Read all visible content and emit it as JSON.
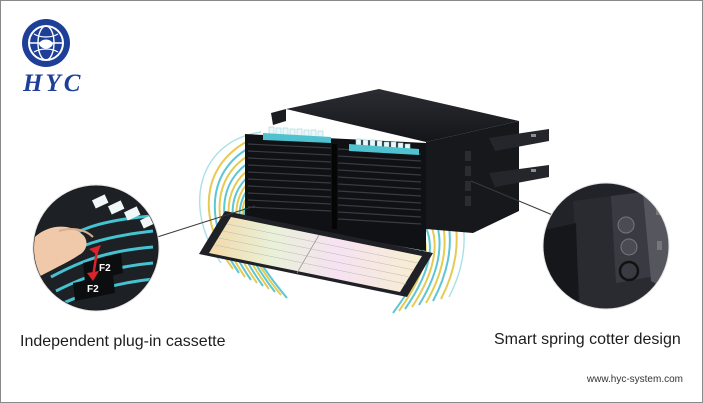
{
  "brand": {
    "name": "HYC",
    "logo_icon": "hyc-globe-logo-icon",
    "color": "#1e3f97"
  },
  "captions": {
    "left": "Independent plug-in cassette",
    "right": "Smart spring cotter design"
  },
  "callout_labels": [
    "F2",
    "F2"
  ],
  "website": "www.hyc-system.com",
  "colors": {
    "chassis": "#1c1d21",
    "cable_aqua": "#55c4d2",
    "cable_yellow": "#e8cf55",
    "label_card": "#f4f1e8"
  }
}
